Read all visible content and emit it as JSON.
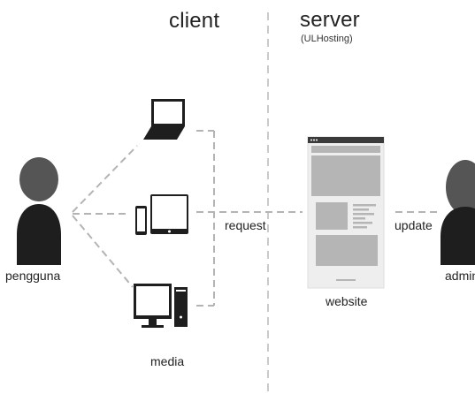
{
  "sections": {
    "client_title": "client",
    "server_title": "server",
    "server_subtitle": "(ULHosting)"
  },
  "labels": {
    "user": "pengguna",
    "admin": "admin",
    "media": "media",
    "website": "website",
    "request": "request",
    "update": "update"
  },
  "icons": {
    "user": "person-icon",
    "admin": "person-icon",
    "laptop": "laptop-icon",
    "phone": "smartphone-icon",
    "tablet": "tablet-icon",
    "desktop": "desktop-computer-icon",
    "website": "webpage-wireframe-icon"
  },
  "colors": {
    "person": "#1e1e1e",
    "person_head": "#555555",
    "device": "#1e1e1e",
    "dashed_line": "#b4b4b4",
    "web_block": "#b5b5b5",
    "web_bg": "#eeeeee"
  }
}
